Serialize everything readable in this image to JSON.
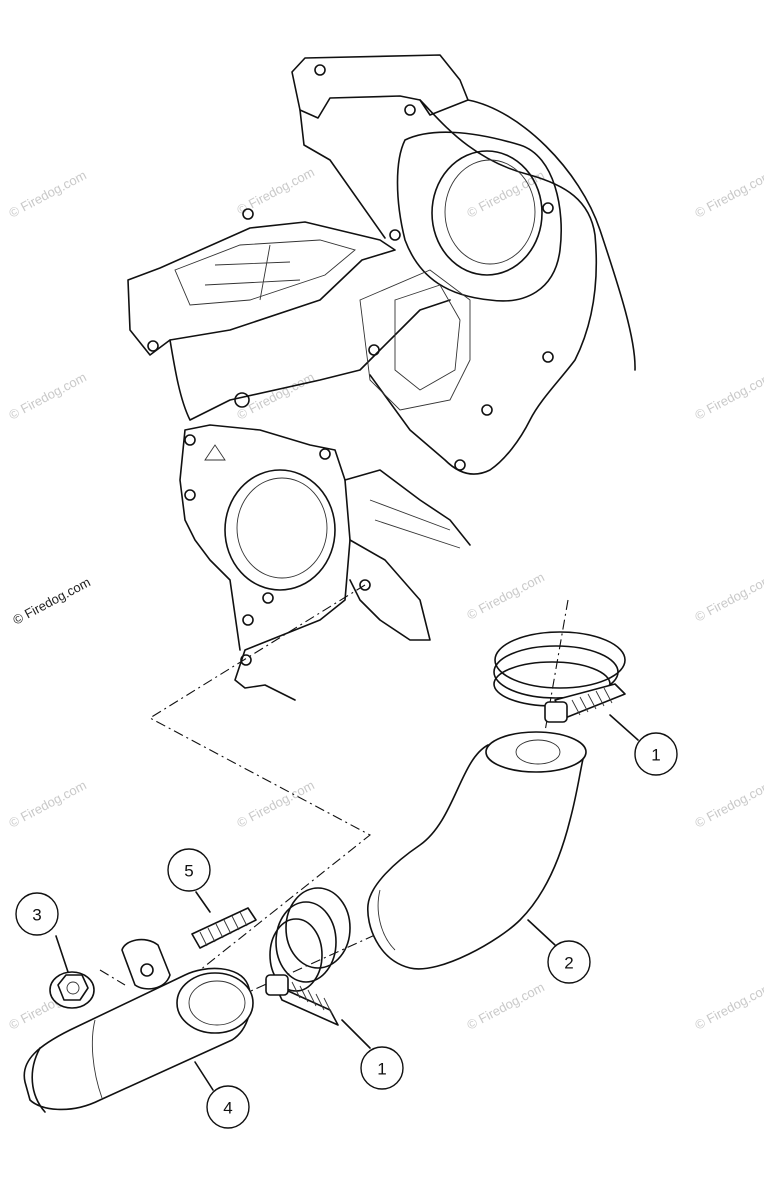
{
  "callouts": {
    "clamp_upper": "1",
    "hose": "2",
    "nut": "3",
    "pipe": "4",
    "stud": "5",
    "clamp_lower": "1"
  },
  "watermark": {
    "text": "© Firedog.com",
    "prominent_text": "© Firedog.com"
  },
  "colors": {
    "line": "#111111",
    "watermark": "#c9c9c9",
    "background": "#ffffff"
  }
}
